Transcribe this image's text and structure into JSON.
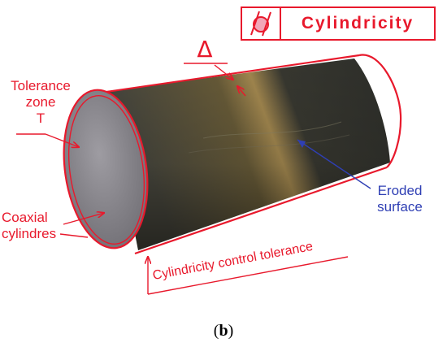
{
  "labels": {
    "tolerance_zone": [
      "Tolerance",
      "zone",
      "T"
    ],
    "coaxial": [
      "Coaxial",
      "cylindres"
    ],
    "eroded": [
      "Eroded",
      "surface"
    ],
    "control_tolerance": "Cylindricity control tolerance",
    "delta": "Δ"
  },
  "symbol_box": {
    "name": "Cylindricity",
    "icon": "cylindricity-symbol-icon"
  },
  "caption": {
    "open": "(",
    "letter": "b",
    "close": ")"
  },
  "colors": {
    "annotation": "#e8192c",
    "eroded_label": "#2f3fb4",
    "cylinder_body": "#3b3a30",
    "cylinder_face": "#8c8a90"
  }
}
